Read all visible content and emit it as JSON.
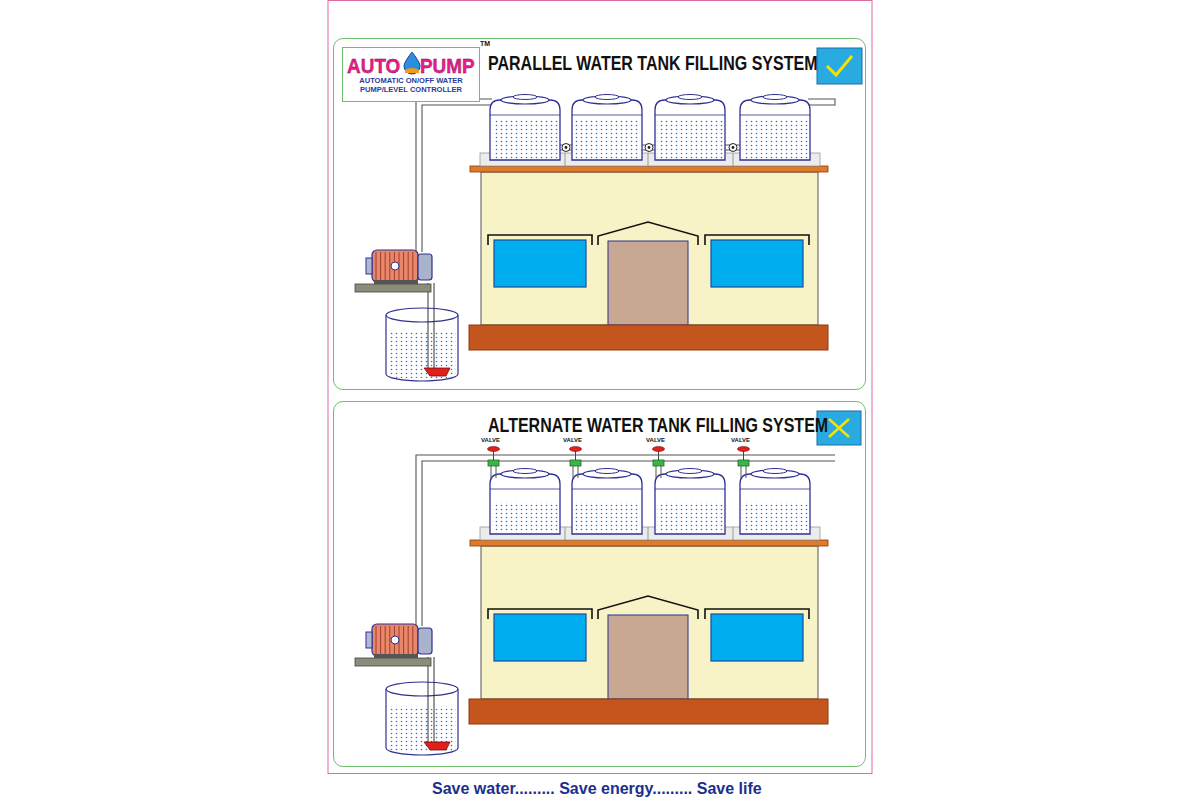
{
  "diagram": {
    "caption": "Save water......... Save energy......... Save life",
    "nodes": [
      {
        "text": [
          "PARALLEL WATER TANK FILLING SYSTEM"
        ]
      },
      {
        "text": [
          "AUTO PUMP",
          "AUTOMATIC ON/OFF WATER PUMP/LEVEL CONTROLLER"
        ],
        "in": 0
      },
      {
        "text": [
          "ALTERNATE WATER TANK FILLING SYSTEM"
        ]
      }
    ],
    "labels": [
      "TM",
      "VALVE",
      "VALVE",
      "VALVE",
      "VALVE"
    ]
  }
}
